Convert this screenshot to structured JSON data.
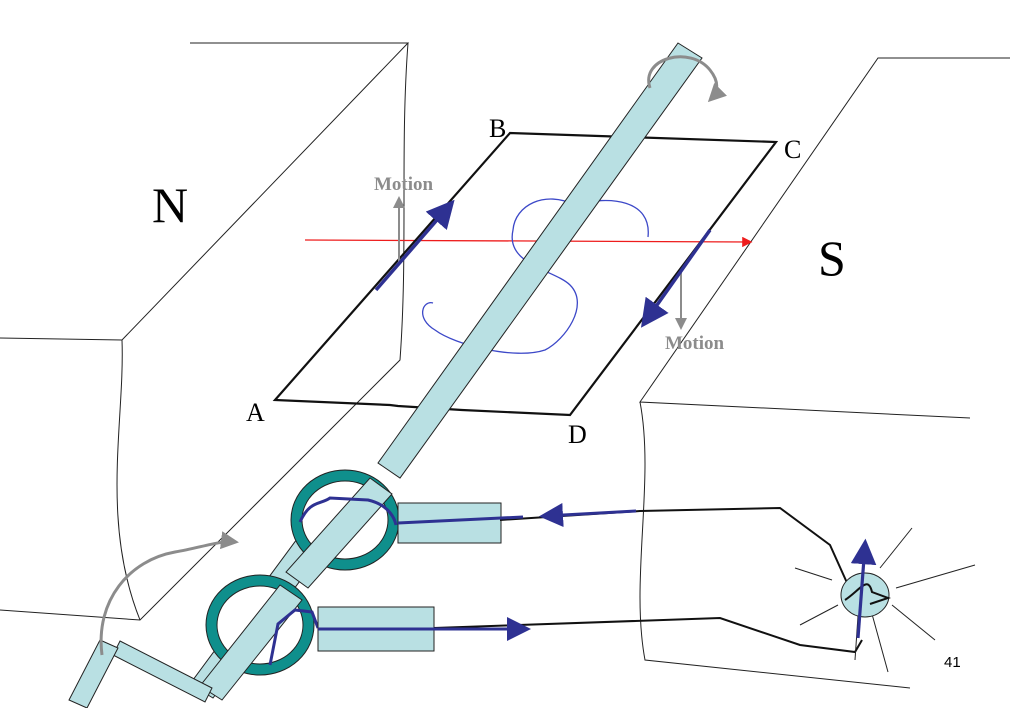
{
  "diagram": {
    "poles": {
      "north": "N",
      "south": "S"
    },
    "loop_corners": {
      "a": "A",
      "b": "B",
      "c": "C",
      "d": "D"
    },
    "motion_labels": {
      "left": "Motion",
      "right": "Motion"
    },
    "page_number": "41"
  },
  "colors": {
    "shaft": "#b9e0e3",
    "slip_ring": "#0f8f8c",
    "current_arrow": "#2e3192",
    "field_line": "#ee1c1c",
    "motion_arrow": "#8c8c8c",
    "flux_sketch": "#3c48c8"
  }
}
